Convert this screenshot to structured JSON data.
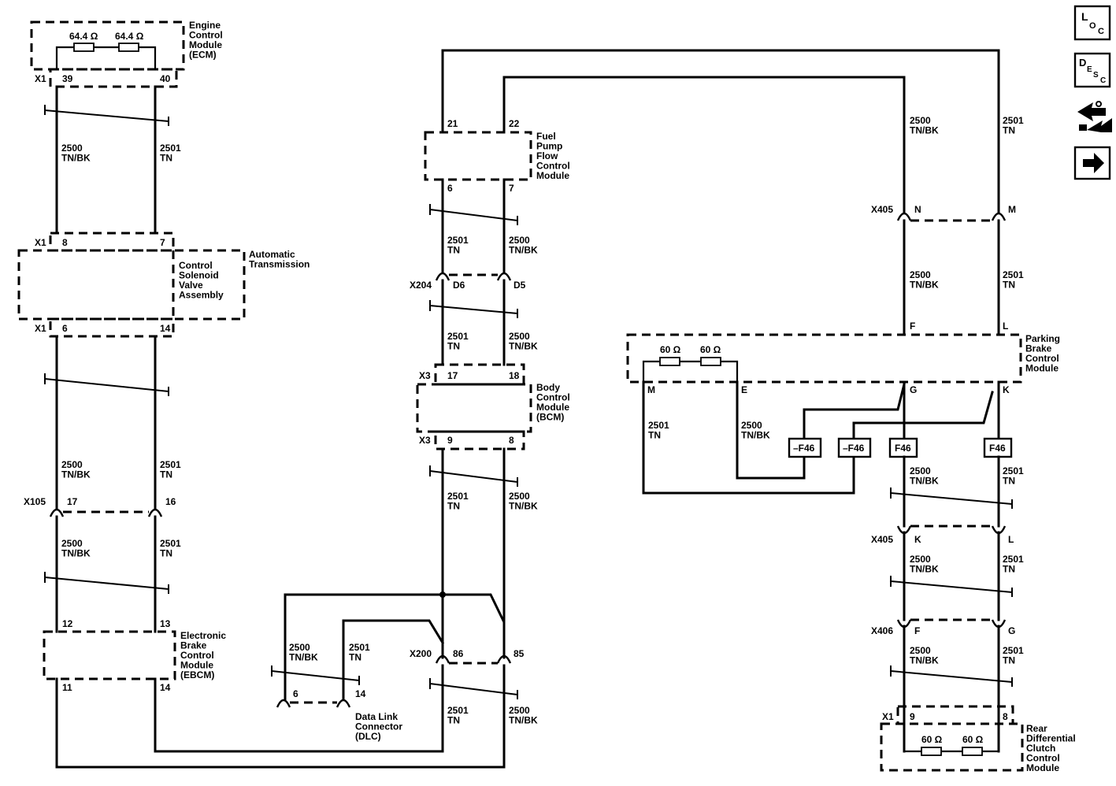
{
  "modules": {
    "ecm": [
      "Engine",
      "Control",
      "Module",
      "(ECM)"
    ],
    "csva_l": [
      "Control",
      "Solenoid",
      "Valve",
      "Assembly"
    ],
    "csva_r": [
      "Automatic",
      "Transmission"
    ],
    "ebcm": [
      "Electronic",
      "Brake",
      "Control",
      "Module",
      "(EBCM)"
    ],
    "fpfcm": [
      "Fuel",
      "Pump",
      "Flow",
      "Control",
      "Module"
    ],
    "bcm": [
      "Body",
      "Control",
      "Module",
      "(BCM)"
    ],
    "dlc": [
      "Data Link",
      "Connector",
      "(DLC)"
    ],
    "pbcm": [
      "Parking",
      "Brake",
      "Control",
      "Module"
    ],
    "rdccm": [
      "Rear",
      "Differential",
      "Clutch",
      "Control",
      "Module"
    ]
  },
  "resistors": {
    "ecm": "64.4 Ω",
    "pbcm": "60 Ω",
    "rdccm": "60 Ω"
  },
  "connectors": {
    "x1": "X1",
    "x105": "X105",
    "x204": "X204",
    "x3": "X3",
    "x200": "X200",
    "x406": "X406",
    "x405": "X405"
  },
  "pins": {
    "p39": "39",
    "p40": "40",
    "p8": "8",
    "p7": "7",
    "p6": "6",
    "p14": "14",
    "p17": "17",
    "p16": "16",
    "p12": "12",
    "p13": "13",
    "p11": "11",
    "p21": "21",
    "p22": "22",
    "pD6": "D6",
    "pD5": "D5",
    "p18": "18",
    "p9": "9",
    "p86": "86",
    "p85": "85",
    "pN": "N",
    "pM": "M",
    "pF": "F",
    "pL": "L",
    "pE": "E",
    "pG": "G",
    "pK": "K"
  },
  "wire": {
    "c2500": "2500",
    "c2501": "2501",
    "tnbk": "TN/BK",
    "tn": "TN"
  },
  "fuse": {
    "f46": "F46",
    "nf46": "–F46"
  },
  "icons": [
    "loc-icon",
    "desc-icon",
    "connector-view-icon",
    "next-page-arrow-icon"
  ],
  "loc": {
    "l": "L",
    "o": "O",
    "c": "C"
  },
  "desc": {
    "d": "D",
    "e": "E",
    "s": "S",
    "c": "C"
  }
}
